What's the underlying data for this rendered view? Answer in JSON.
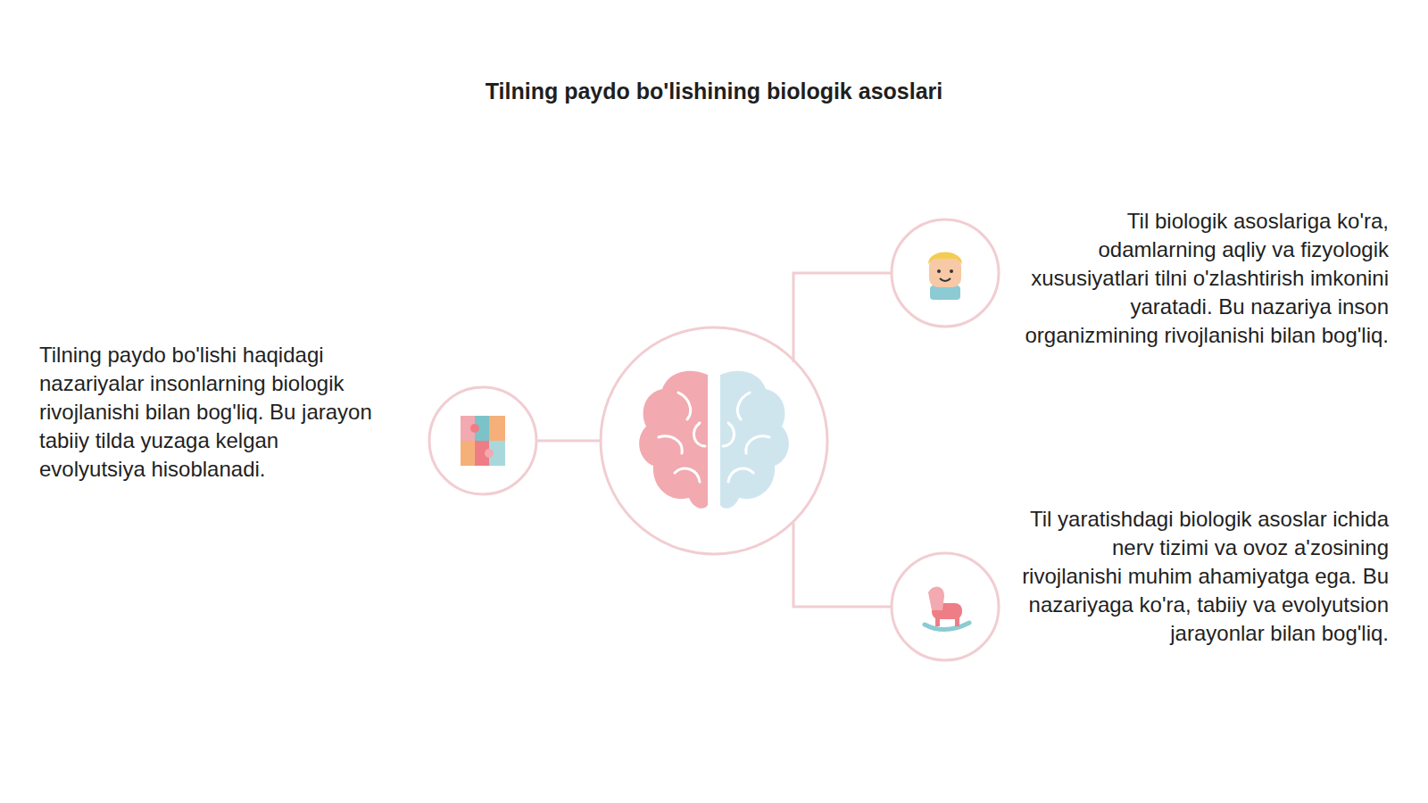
{
  "diagram": {
    "title": "Tilning paydo bo'lishining biologik asoslari",
    "labels": [
      "Tilning paydo bo'lishi haqidagi nazariyalar insonlarning biologik rivojlanishi bilan bog'liq. Bu jarayon tabiiy tilda yuzaga kelgan evolyutsiya hisoblanadi.",
      "Til biologik asoslariga ko'ra, odamlarning aqliy va fizyologik xususiyatlari tilni o'zlashtirish imkonini yaratadi. Bu nazariya inson organizmining rivojlanishi bilan bog'liq.",
      "Til yaratishdagi biologik asoslar ichida nerv tizimi va ovoz a'zosining rivojlanishi muhim ahamiyatga ega. Bu nazariyaga ko'ra, tabiiy va evolyutsion jarayonlar bilan bog'liq."
    ]
  }
}
